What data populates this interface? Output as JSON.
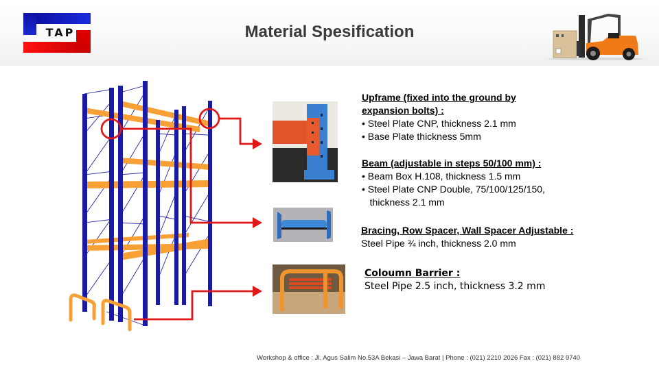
{
  "header": {
    "logo_text": "TAP",
    "title": "Material Spesification",
    "illustration": "forklift-icon"
  },
  "colors": {
    "logo_blue": "#1a2bd0",
    "logo_red": "#e00000",
    "rack_blue": "#1a1aa8",
    "beam_orange": "#f7a035",
    "callout_red": "#e01818",
    "title_gray": "#3a3a3a"
  },
  "specs": [
    {
      "heading_line1": "Upframe  (fixed into the ground by",
      "heading_line2": "expansion bolts)   :",
      "items": [
        "• Steel Plate CNP, thickness 2.1 mm",
        "• Base Plate thickness 5mm"
      ],
      "image": "upframe-beam-connection-photo"
    },
    {
      "heading": "Beam (adjustable in steps 50/100 mm) :",
      "items": [
        "• Beam Box H.108, thickness 1.5 mm",
        "• Steel Plate CNP Double, 75/100/125/150,",
        "   thickness 2.1 mm"
      ]
    },
    {
      "heading": "Bracing, Row Spacer, Wall  Spacer Adjustable :",
      "items": [
        "Steel Pipe ¾ inch, thickness 2.0 mm"
      ],
      "image": "row-spacer-photo"
    },
    {
      "heading": "Coloumn Barrier  :",
      "items": [
        "Steel Pipe 2.5 inch, thickness 3.2 mm"
      ],
      "image": "column-barrier-photo"
    }
  ],
  "footer": {
    "text": "Workshop & office : Jl.  Agus Salim No.53A Bekasi – Jawa Barat  |  Phone  :  (021) 2210 2026 Fax : (021) 882 9740"
  }
}
